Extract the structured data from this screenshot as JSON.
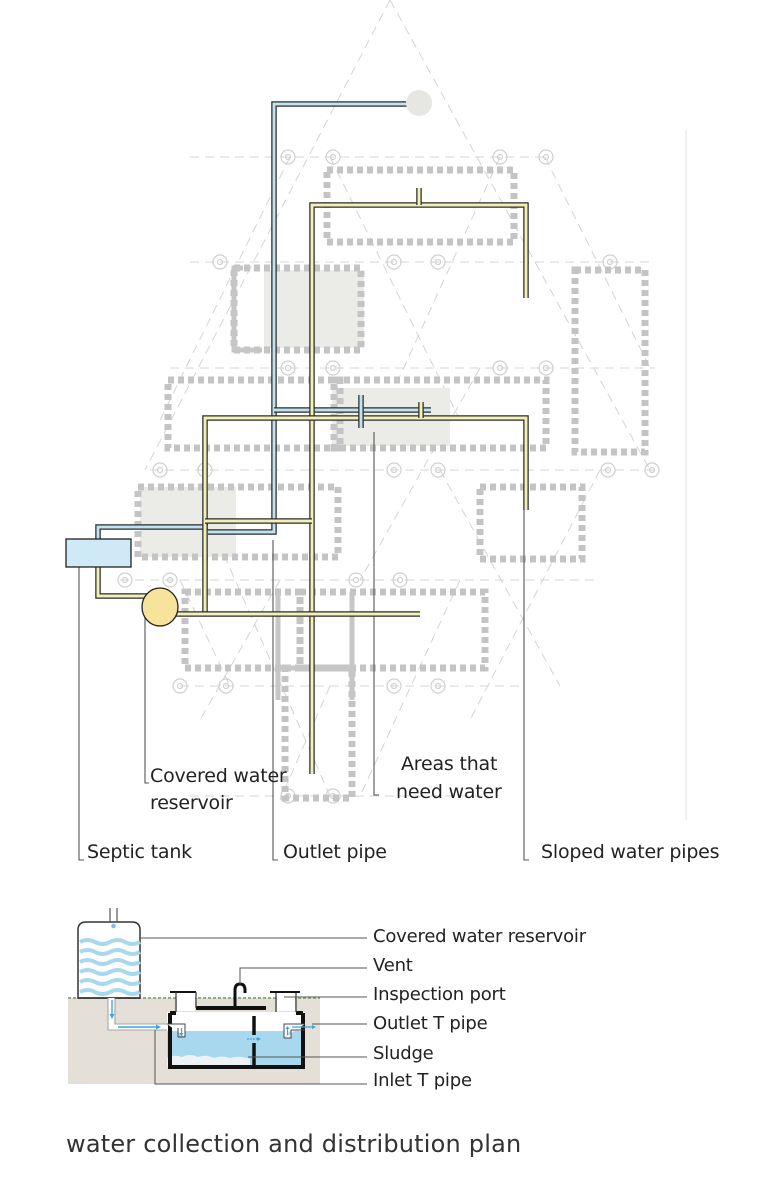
{
  "plan": {
    "labels": {
      "covered_water_reservoir": [
        "Covered water",
        "reservoir"
      ],
      "areas_that_need_water": [
        "Areas that",
        "need water"
      ],
      "septic_tank": "Septic tank",
      "outlet_pipe": "Outlet pipe",
      "sloped_water_pipes": "Sloped water pipes"
    },
    "colors": {
      "clean_water_pipe": "#bfe3ef",
      "sloped_pipe": "#f2f0b4",
      "septic_tank_fill": "#cfeaf6",
      "reservoir_fill": "#f7e39a",
      "wall_hatch": "#c8c8c8",
      "grid_line": "#d6d6d6",
      "shaded_area": "#e9e9e6"
    }
  },
  "section": {
    "labels": [
      "Covered water reservoir",
      "Vent",
      "Inspection port",
      "Outlet T pipe",
      "Sludge",
      "Inlet T pipe"
    ],
    "colors": {
      "water": "#a8d8ee",
      "ground": "#e4e0d8",
      "tank_wall": "#111111",
      "grass": "#7fa36a"
    }
  },
  "caption": "water collection and distribution plan"
}
